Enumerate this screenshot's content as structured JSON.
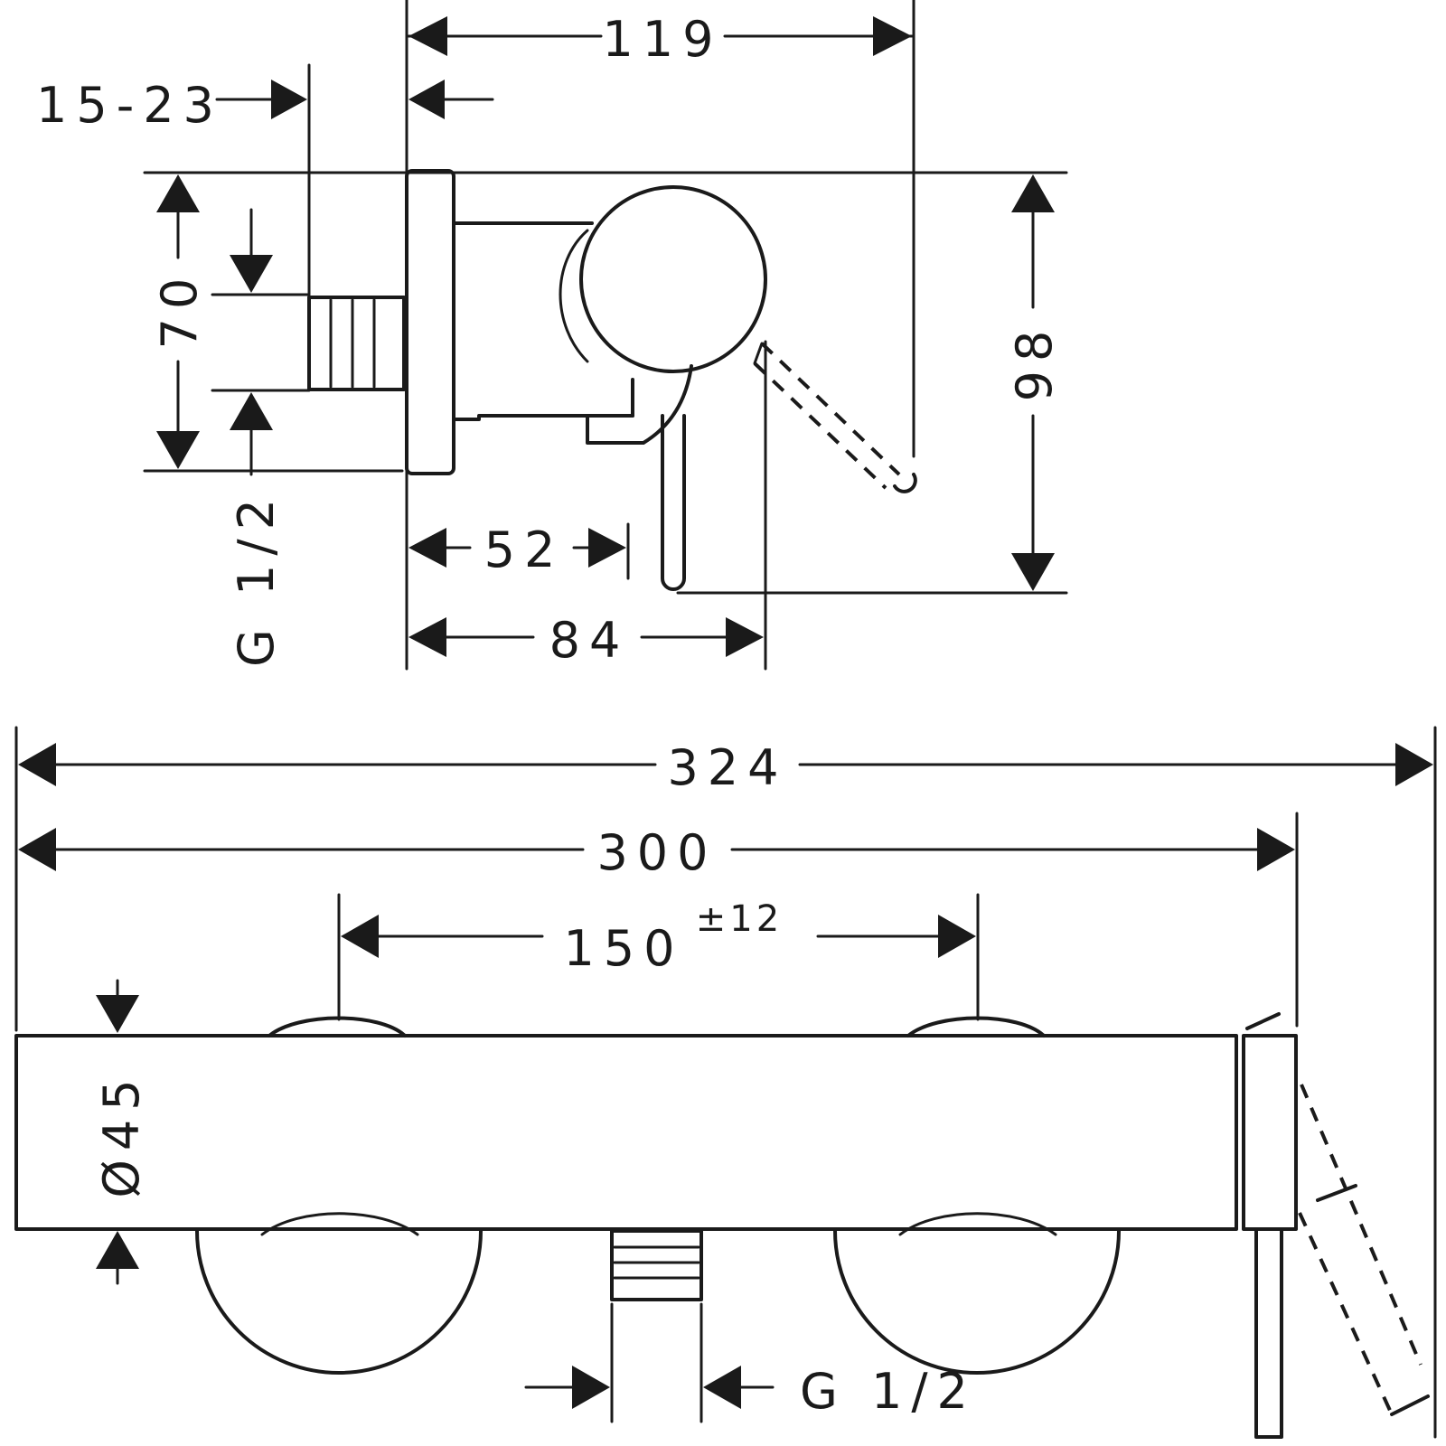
{
  "side_view": {
    "dimensions": {
      "depth_total": "119",
      "wall_gap": "15-23",
      "height_escutcheon": "70",
      "height_total": "98",
      "outlet_offset": "52",
      "handle_offset": "84",
      "thread": "G 1/2"
    }
  },
  "front_view": {
    "dimensions": {
      "overall_width": "324",
      "body_width": "300",
      "center_distance": "150",
      "center_tolerance": "±12",
      "diameter": "Ø45",
      "outlet_thread": "G 1/2"
    }
  }
}
